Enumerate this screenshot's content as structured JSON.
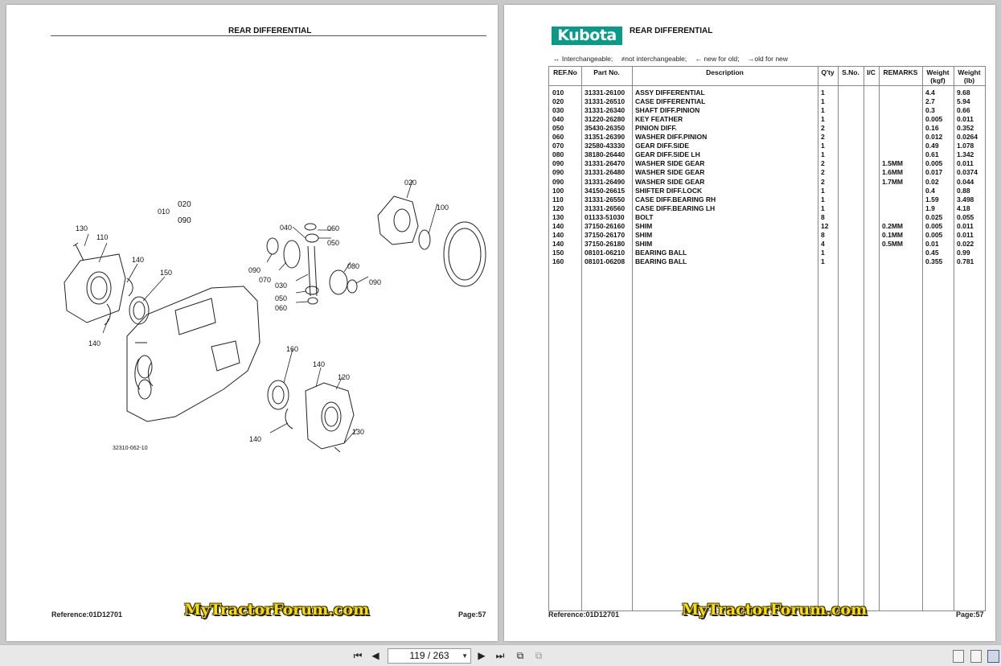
{
  "left_page": {
    "title": "REAR DIFFERENTIAL",
    "reference": "Reference:01D12701",
    "page": "Page:57",
    "watermark": "MyTractorForum.com",
    "diagram_code": "32310-062-10",
    "callouts": [
      "020",
      "010",
      "090",
      "130",
      "110",
      "140",
      "150",
      "040",
      "060",
      "050",
      "090",
      "070",
      "030",
      "080",
      "090",
      "050",
      "060",
      "020",
      "100",
      "140",
      "160",
      "140",
      "120",
      "140",
      "130"
    ]
  },
  "right_page": {
    "title": "REAR DIFFERENTIAL",
    "logo": "Kubota",
    "legend": [
      "↔ Interchangeable;",
      "≠not interchangeable;",
      "← new for old;",
      "→old for new"
    ],
    "headers": {
      "ref": "REF.No",
      "part": "Part No.",
      "desc": "Description",
      "qty": "Q'ty",
      "sno": "S.No.",
      "ic": "I/C",
      "remarks": "REMARKS",
      "wkgf": "Weight (kgf)",
      "wlb": "Weight (lb)"
    },
    "rows": [
      {
        "ref": "010",
        "part": "31331-26100",
        "desc": "ASSY DIFFERENTIAL",
        "qty": "1",
        "remarks": "",
        "kgf": "4.4",
        "lb": "9.68"
      },
      {
        "ref": "020",
        "part": "31331-26510",
        "desc": "CASE DIFFERENTIAL",
        "qty": "1",
        "remarks": "",
        "kgf": "2.7",
        "lb": "5.94"
      },
      {
        "ref": "030",
        "part": "31331-26340",
        "desc": "SHAFT DIFF.PINION",
        "qty": "1",
        "remarks": "",
        "kgf": "0.3",
        "lb": "0.66"
      },
      {
        "ref": "040",
        "part": "31220-26280",
        "desc": "KEY FEATHER",
        "qty": "1",
        "remarks": "",
        "kgf": "0.005",
        "lb": "0.011"
      },
      {
        "ref": "050",
        "part": "35430-26350",
        "desc": "PINION DIFF.",
        "qty": "2",
        "remarks": "",
        "kgf": "0.16",
        "lb": "0.352"
      },
      {
        "ref": "060",
        "part": "31351-26390",
        "desc": "WASHER DIFF.PINION",
        "qty": "2",
        "remarks": "",
        "kgf": "0.012",
        "lb": "0.0264"
      },
      {
        "ref": "070",
        "part": "32580-43330",
        "desc": "GEAR DIFF.SIDE",
        "qty": "1",
        "remarks": "",
        "kgf": "0.49",
        "lb": "1.078"
      },
      {
        "ref": "080",
        "part": "38180-26440",
        "desc": "GEAR DIFF.SIDE LH",
        "qty": "1",
        "remarks": "",
        "kgf": "0.61",
        "lb": "1.342"
      },
      {
        "ref": "090",
        "part": "31331-26470",
        "desc": "WASHER SIDE GEAR",
        "qty": "2",
        "remarks": "1.5MM",
        "kgf": "0.005",
        "lb": "0.011"
      },
      {
        "ref": "090",
        "part": "31331-26480",
        "desc": "WASHER SIDE GEAR",
        "qty": "2",
        "remarks": "1.6MM",
        "kgf": "0.017",
        "lb": "0.0374"
      },
      {
        "ref": "090",
        "part": "31331-26490",
        "desc": "WASHER SIDE GEAR",
        "qty": "2",
        "remarks": "1.7MM",
        "kgf": "0.02",
        "lb": "0.044"
      },
      {
        "ref": "100",
        "part": "34150-26615",
        "desc": "SHIFTER DIFF.LOCK",
        "qty": "1",
        "remarks": "",
        "kgf": "0.4",
        "lb": "0.88"
      },
      {
        "ref": "110",
        "part": "31331-26550",
        "desc": "CASE DIFF.BEARING RH",
        "qty": "1",
        "remarks": "",
        "kgf": "1.59",
        "lb": "3.498"
      },
      {
        "ref": "120",
        "part": "31331-26560",
        "desc": "CASE DIFF.BEARING LH",
        "qty": "1",
        "remarks": "",
        "kgf": "1.9",
        "lb": "4.18"
      },
      {
        "ref": "130",
        "part": "01133-51030",
        "desc": "BOLT",
        "qty": "8",
        "remarks": "",
        "kgf": "0.025",
        "lb": "0.055"
      },
      {
        "ref": "140",
        "part": "37150-26160",
        "desc": "SHIM",
        "qty": "12",
        "remarks": "0.2MM",
        "kgf": "0.005",
        "lb": "0.011"
      },
      {
        "ref": "140",
        "part": "37150-26170",
        "desc": "SHIM",
        "qty": "8",
        "remarks": "0.1MM",
        "kgf": "0.005",
        "lb": "0.011"
      },
      {
        "ref": "140",
        "part": "37150-26180",
        "desc": "SHIM",
        "qty": "4",
        "remarks": "0.5MM",
        "kgf": "0.01",
        "lb": "0.022"
      },
      {
        "ref": "150",
        "part": "08101-06210",
        "desc": "BEARING BALL",
        "qty": "1",
        "remarks": "",
        "kgf": "0.45",
        "lb": "0.99"
      },
      {
        "ref": "160",
        "part": "08101-06208",
        "desc": "BEARING BALL",
        "qty": "1",
        "remarks": "",
        "kgf": "0.355",
        "lb": "0.781"
      }
    ],
    "reference": "Reference:01D12701",
    "page": "Page:57",
    "watermark": "MyTractorForum.com"
  },
  "toolbar": {
    "page_indicator": "119 / 263"
  }
}
